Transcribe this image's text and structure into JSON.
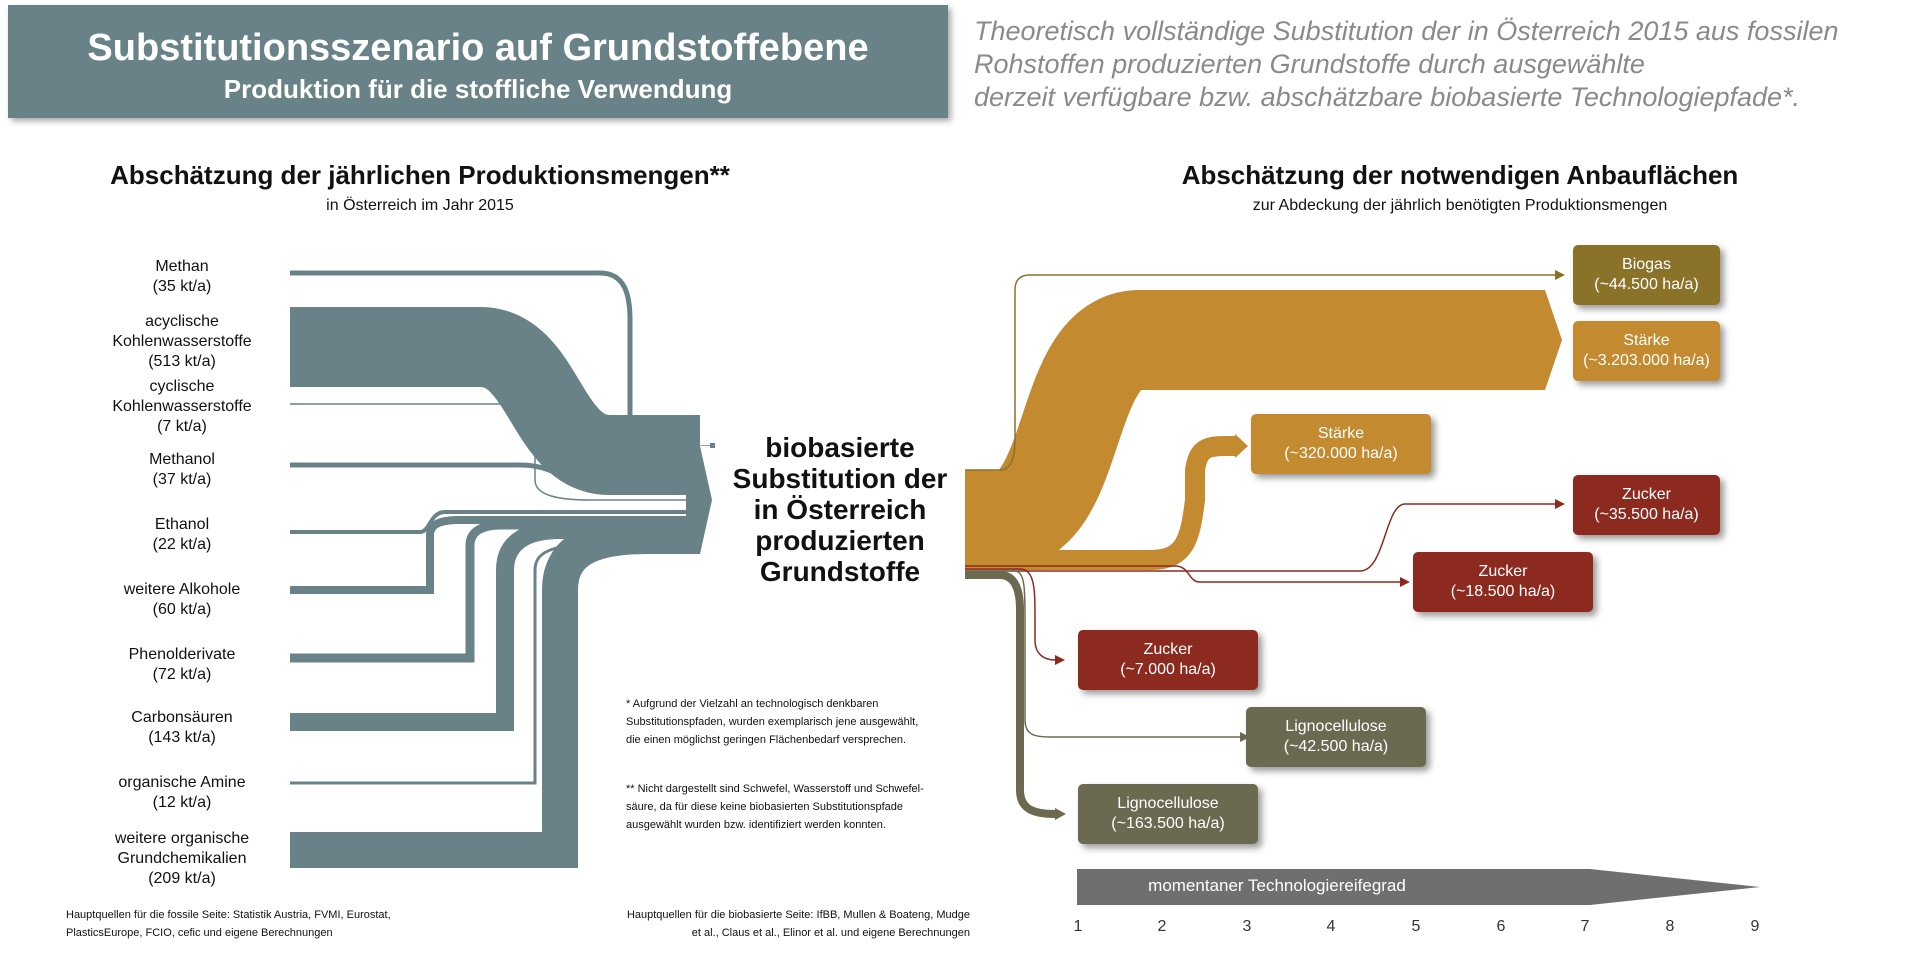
{
  "header": {
    "title": "Substitutionsszenario auf Grundstoffebene",
    "subtitle": "Produktion für die stoffliche Verwendung",
    "intro": [
      "Theoretisch vollständige Substitution der in Österreich 2015 aus fossilen",
      "Rohstoffen produzierten Grundstoffe durch ausgewählte",
      "derzeit verfügbare bzw. abschätzbare biobasierte Technologiepfade*."
    ]
  },
  "left": {
    "title": "Abschätzung der jährlichen Produktionsmengen**",
    "subtitle": "in Österreich im Jahr 2015",
    "sources": [
      {
        "lines": [
          "Methan",
          "(35 kt/a)"
        ],
        "value": 35
      },
      {
        "lines": [
          "acyclische",
          "Kohlenwasserstoffe",
          "(513 kt/a)"
        ],
        "value": 513
      },
      {
        "lines": [
          "cyclische",
          "Kohlenwasserstoffe",
          "(7 kt/a)"
        ],
        "value": 7
      },
      {
        "lines": [
          "Methanol",
          "(37 kt/a)"
        ],
        "value": 37
      },
      {
        "lines": [
          "Ethanol",
          "(22 kt/a)"
        ],
        "value": 22
      },
      {
        "lines": [
          "weitere Alkohole",
          "(60 kt/a)"
        ],
        "value": 60
      },
      {
        "lines": [
          "Phenolderivate",
          "(72 kt/a)"
        ],
        "value": 72
      },
      {
        "lines": [
          "Carbonsäuren",
          "(143 kt/a)"
        ],
        "value": 143
      },
      {
        "lines": [
          "organische Amine",
          "(12 kt/a)"
        ],
        "value": 12
      },
      {
        "lines": [
          "weitere organische",
          "Grundchemikalien",
          "(209 kt/a)"
        ],
        "value": 209
      }
    ]
  },
  "center": {
    "lines": [
      "biobasierte",
      "Substitution der",
      "in Österreich",
      "produzierten",
      "Grundstoffe"
    ]
  },
  "right": {
    "title": "Abschätzung der notwendigen Anbauflächen",
    "subtitle": "zur Abdeckung der jährlich benötigten Produktionsmengen",
    "targets": [
      {
        "name": "Biogas",
        "value": "(~44.500 ha/a)",
        "color": "#8a7228"
      },
      {
        "name": "Stärke",
        "value": "(~3.203.000 ha/a)",
        "color": "#c48a30"
      },
      {
        "name": "Stärke",
        "value": "(~320.000 ha/a)",
        "color": "#c48a30"
      },
      {
        "name": "Zucker",
        "value": "(~35.500 ha/a)",
        "color": "#8c2a20"
      },
      {
        "name": "Zucker",
        "value": "(~18.500 ha/a)",
        "color": "#8c2a20"
      },
      {
        "name": "Zucker",
        "value": "(~7.000 ha/a)",
        "color": "#8c2a20"
      },
      {
        "name": "Lignocellulose",
        "value": "(~42.500 ha/a)",
        "color": "#6b6a50"
      },
      {
        "name": "Lignocellulose",
        "value": "(~163.500 ha/a)",
        "color": "#6b6a50"
      }
    ]
  },
  "notes": {
    "note1": [
      "* Aufgrund der Vielzahl an technologisch denkbaren",
      "Substitutionspfaden, wurden exemplarisch jene ausgewählt,",
      "die einen möglichst geringen Flächenbedarf versprechen."
    ],
    "note2": [
      "** Nicht dargestellt sind Schwefel, Wasserstoff und Schwefel-",
      "säure, da für diese keine biobasierten Substitutionspfade",
      "ausgewählt wurden bzw. identifiziert werden konnten."
    ]
  },
  "footer": {
    "left": [
      "Hauptquellen für die fossile Seite: Statistik Austria, FVMI, Eurostat,",
      "PlasticsEurope, FCIO, cefic und eigene Berechnungen"
    ],
    "right": [
      "Hauptquellen für die biobasierte Seite: IfBB, Mullen & Boateng, Mudge",
      "et al., Claus et al., Elinor et al. und eigene Berechnungen"
    ]
  },
  "scale": {
    "label": "momentaner Technologiereifegrad",
    "ticks": [
      "1",
      "2",
      "3",
      "4",
      "5",
      "6",
      "7",
      "8",
      "9"
    ]
  },
  "colors": {
    "fossil": "#688287",
    "starch": "#c48a30",
    "biogas": "#8a7228",
    "sugar": "#8c2a20",
    "ligno": "#6b6a50"
  }
}
